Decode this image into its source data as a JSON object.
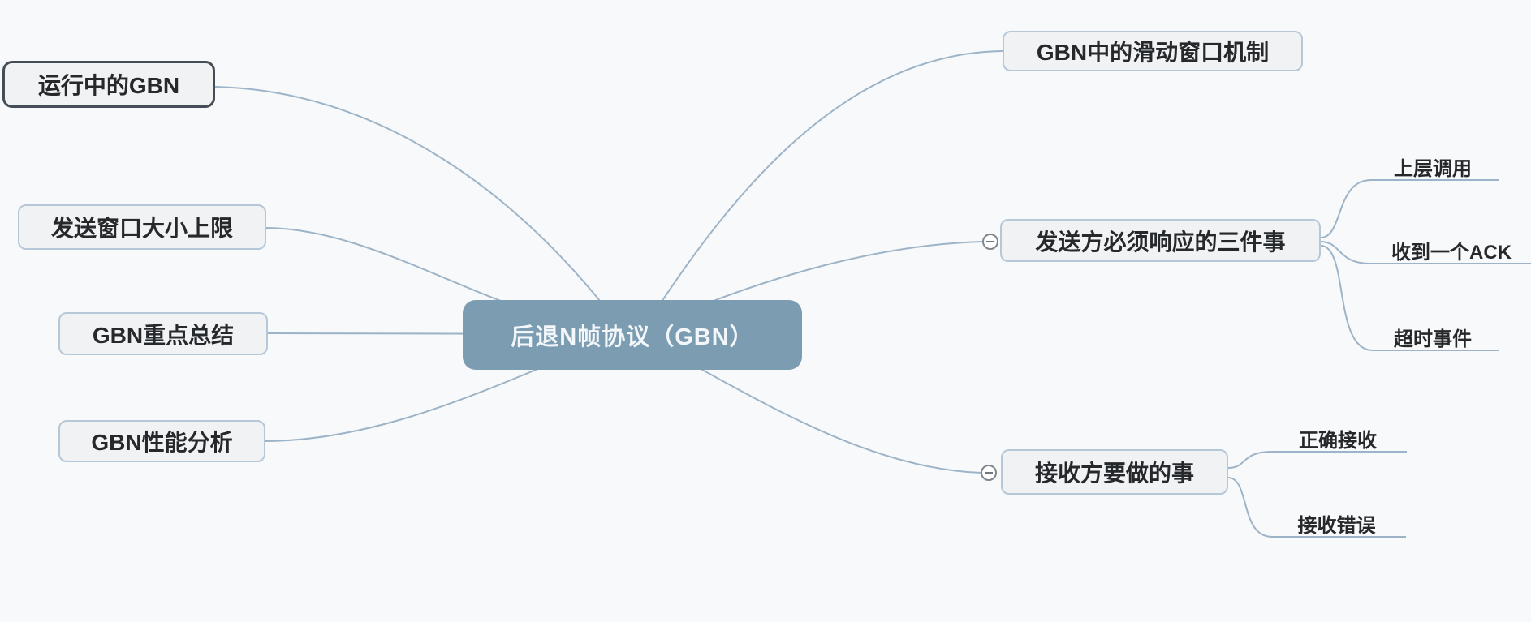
{
  "canvas": {
    "background_color": "#f8f9fa",
    "edge_color": "#9db4c8",
    "root_fill_color": "#7c9cb2",
    "node_fill_color": "#f0f2f4",
    "node_border_color": "#b6c8d8",
    "selected_border_color": "#454e57"
  },
  "root": {
    "label": "后退N帧协议（GBN）"
  },
  "left_branches": [
    {
      "label": "运行中的GBN",
      "selected": true
    },
    {
      "label": "发送窗口大小上限",
      "selected": false
    },
    {
      "label": "GBN重点总结",
      "selected": false
    },
    {
      "label": "GBN性能分析",
      "selected": false
    }
  ],
  "right_branches": [
    {
      "label": "GBN中的滑动窗口机制",
      "collapse_icon": "",
      "children": []
    },
    {
      "label": "发送方必须响应的三件事",
      "collapse_icon": "minus-circle",
      "children": [
        "上层调用",
        "收到一个ACK",
        "超时事件"
      ]
    },
    {
      "label": "接收方要做的事",
      "collapse_icon": "minus-circle",
      "children": [
        "正确接收",
        "接收错误"
      ]
    }
  ]
}
